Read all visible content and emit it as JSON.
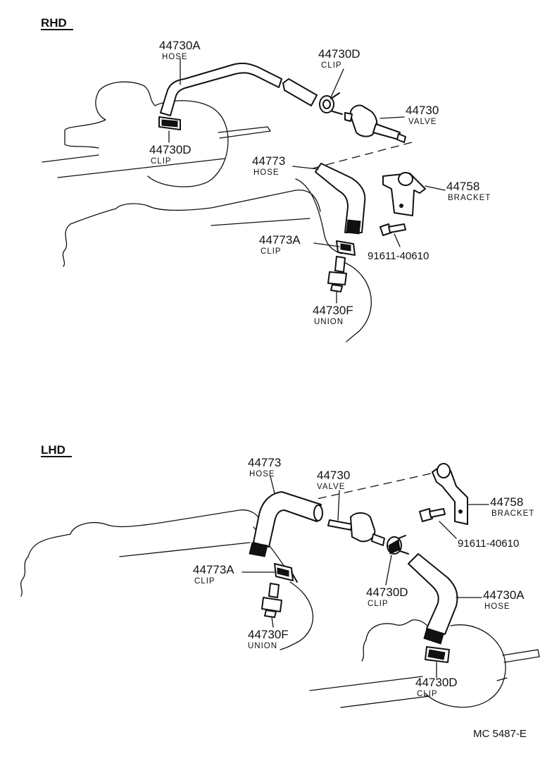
{
  "sections": {
    "rhd": "RHD",
    "lhd": "LHD"
  },
  "rhd": {
    "hose_a": {
      "number": "44730A",
      "name": "HOSE"
    },
    "clip_d_top": {
      "number": "44730D",
      "name": "CLIP"
    },
    "valve": {
      "number": "44730",
      "name": "VALVE"
    },
    "clip_d_left": {
      "number": "44730D",
      "name": "CLIP"
    },
    "hose_773": {
      "number": "44773",
      "name": "HOSE"
    },
    "bracket": {
      "number": "44758",
      "name": "BRACKET"
    },
    "clip_773a": {
      "number": "44773A",
      "name": "CLIP"
    },
    "bolt": {
      "number": "91611-40610"
    },
    "union": {
      "number": "44730F",
      "name": "UNION"
    }
  },
  "lhd": {
    "hose_773": {
      "number": "44773",
      "name": "HOSE"
    },
    "valve": {
      "number": "44730",
      "name": "VALVE"
    },
    "bracket": {
      "number": "44758",
      "name": "BRACKET"
    },
    "bolt": {
      "number": "91611-40610"
    },
    "clip_773a": {
      "number": "44773A",
      "name": "CLIP"
    },
    "clip_d_mid": {
      "number": "44730D",
      "name": "CLIP"
    },
    "hose_a": {
      "number": "44730A",
      "name": "HOSE"
    },
    "union": {
      "number": "44730F",
      "name": "UNION"
    },
    "clip_d_bottom": {
      "number": "44730D",
      "name": "CLIP"
    }
  },
  "footer": {
    "code": "MC  5487-E"
  }
}
